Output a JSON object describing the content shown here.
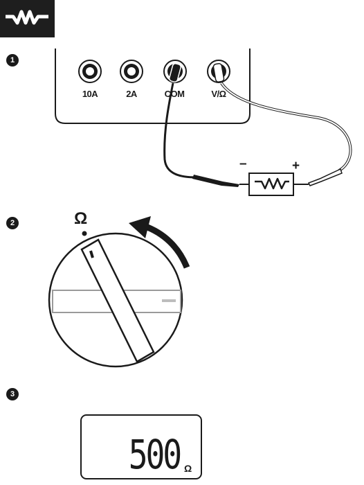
{
  "header": {
    "icon": "resistor-logo-icon"
  },
  "steps": [
    {
      "number": "1"
    },
    {
      "number": "2"
    },
    {
      "number": "3"
    }
  ],
  "meter": {
    "jacks": [
      {
        "label": "10A"
      },
      {
        "label": "2A"
      },
      {
        "label": "COM"
      },
      {
        "label": "V/Ω"
      }
    ]
  },
  "circuit": {
    "negative": "–",
    "positive": "+"
  },
  "dial": {
    "selected_symbol": "Ω"
  },
  "display": {
    "value": "500",
    "unit": "Ω"
  },
  "colors": {
    "ink": "#1a1a1a",
    "badge": "#1e1e1e",
    "probe_lead_red": "#ffffff",
    "probe_lead_black": "#1a1a1a"
  }
}
